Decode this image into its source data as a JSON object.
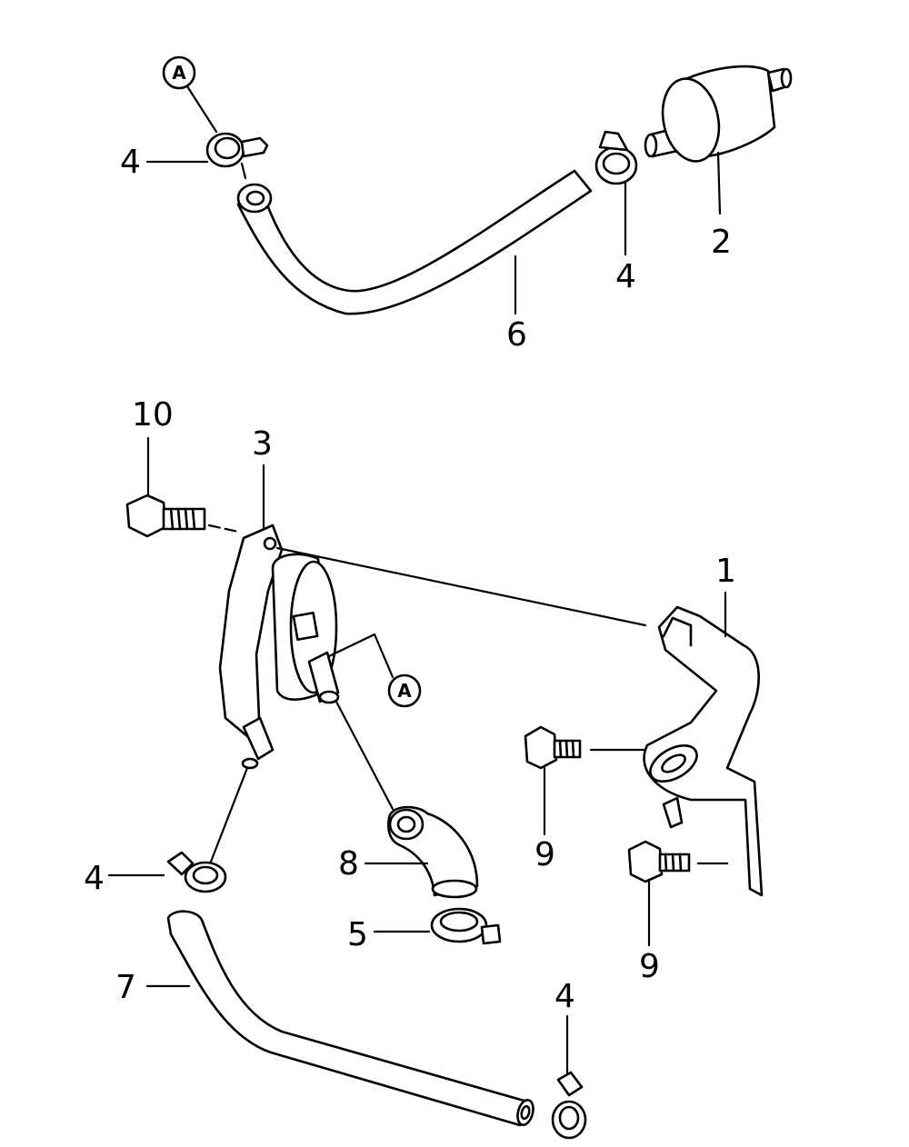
{
  "labels": {
    "clamp_top_left": "4",
    "clamp_top_right": "4",
    "fuel_filter": "2",
    "upper_hose": "6",
    "bolt_10": "10",
    "pump": "3",
    "bracket": "1",
    "clamp_mid_left": "4",
    "elbow_hose": "8",
    "clamp_5": "5",
    "bolt_9_upper": "9",
    "bolt_9_lower": "9",
    "lower_hose": "7",
    "clamp_bottom_right": "4"
  },
  "refs": {
    "ref_top": "A",
    "ref_pump": "A"
  }
}
